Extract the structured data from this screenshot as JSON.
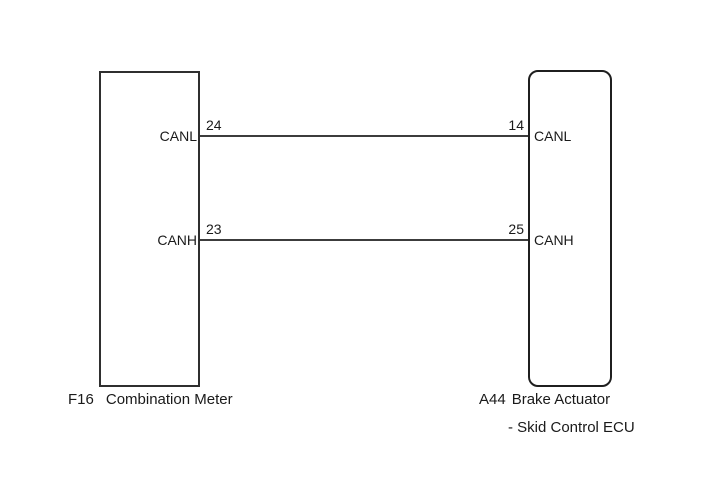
{
  "diagram": {
    "type": "wiring-diagram",
    "colors": {
      "background": "#ffffff",
      "line": "#3c3c3c",
      "box_border": "#2f2f2f",
      "text": "#1a1a1a"
    },
    "left_component": {
      "code": "F16",
      "label": "Combination Meter"
    },
    "right_component": {
      "code": "A44",
      "label": "Brake Actuator",
      "sublabel": "- Skid Control ECU"
    },
    "wires": [
      {
        "signal": "CANL",
        "left_label": "CANL",
        "left_pin": "24",
        "right_pin": "14",
        "right_label": "CANL"
      },
      {
        "signal": "CANH",
        "left_label": "CANH",
        "left_pin": "23",
        "right_pin": "25",
        "right_label": "CANH"
      }
    ]
  }
}
